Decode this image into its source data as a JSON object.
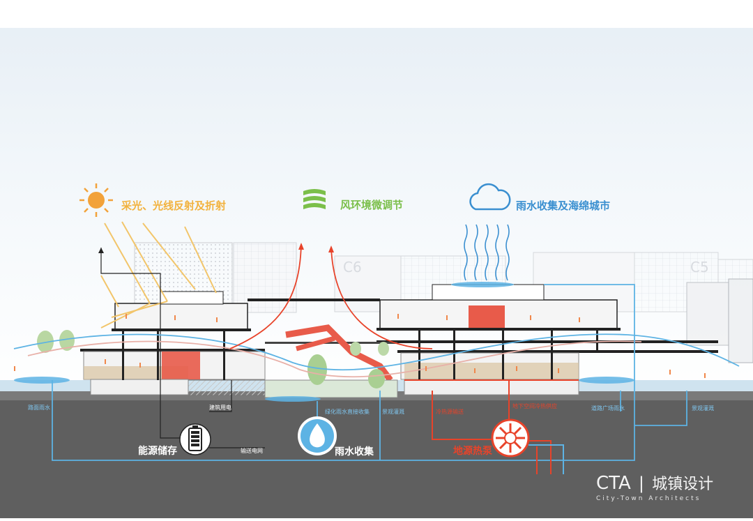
{
  "headers": {
    "solar": "采光、光线反射及折射",
    "wind": "风环境微调节",
    "rain": "雨水收集及海绵城市"
  },
  "buildings": {
    "c6": "C6",
    "c5": "C5"
  },
  "labels": {
    "road_rainwater": "路面雨水",
    "building_power": "建筑用电",
    "green_rain_collect": "绿化雨水直接收集",
    "landscape_irrigation": "景观灌溉",
    "road_plaza_rainwater": "道路广场雨水",
    "landscape_irrigation_2": "景观灌溉",
    "energy_storage": "能源储存",
    "grid_transmission": "输送电网",
    "rain_collection": "雨水收集",
    "geothermal": "地源热泵",
    "red_label_1": "冷热源输送",
    "red_label_2": "地下空间冷热供应"
  },
  "watermark": {
    "brand": "CTA",
    "divider": "|",
    "chinese": "城镇设计",
    "english": "City-Town Architects"
  },
  "colors": {
    "solar": "#f2b23e",
    "wind": "#7bbf4a",
    "rain": "#3a8fd0",
    "heat": "#e8432a",
    "ground": "#5f5f5f",
    "water": "#5db3e4",
    "wood": "#d9c3a0"
  }
}
